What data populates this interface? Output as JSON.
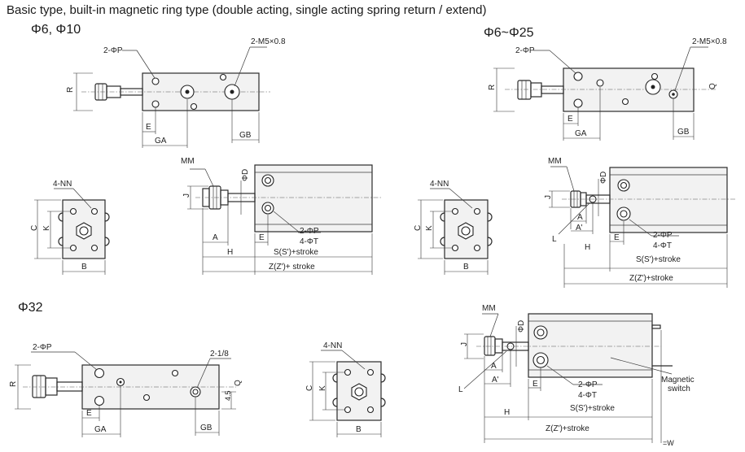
{
  "heading": "Basic type, built-in magnetic ring type (double acting, single acting spring return / extend)",
  "sections": {
    "s1": "Φ6, Φ10",
    "s2": "Φ6~Φ25",
    "s3": "Φ32"
  },
  "labels": {
    "two_phi_p": "2-ΦP",
    "two_m5": "2-M5×0.8",
    "two_18": "2-1/8",
    "four_nn": "4-NN",
    "four_phi_t": "4-ΦT",
    "R": "R",
    "E": "E",
    "GA": "GA",
    "GB": "GB",
    "C": "C",
    "K": "K",
    "B": "B",
    "MM": "MM",
    "J": "J",
    "phiD": "ΦD",
    "A": "A",
    "A_prime": "A'",
    "H": "H",
    "L": "L",
    "Q": "Q",
    "s_stroke": "S(S')+stroke",
    "z_stroke": "Z(Z')+ stroke",
    "z_stroke2": "Z(Z')+stroke",
    "four_five": "4.5",
    "magnetic": "Magnetic",
    "switch": "switch",
    "w": "=W"
  }
}
